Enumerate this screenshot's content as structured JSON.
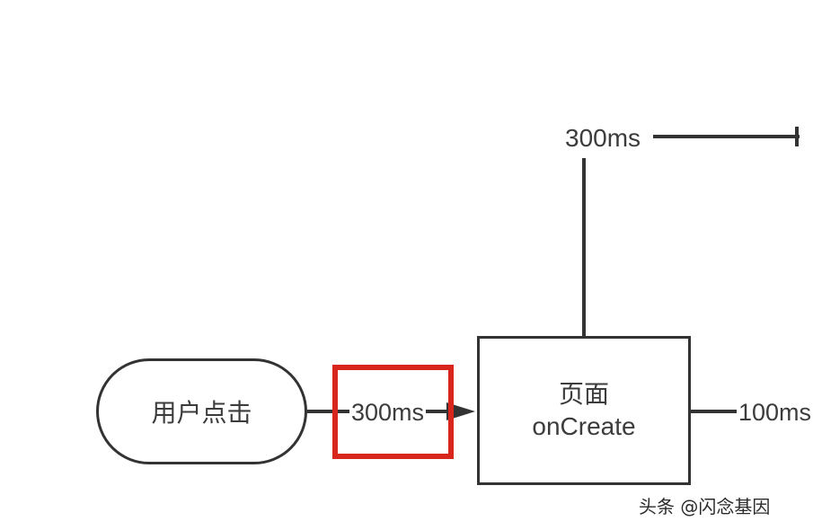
{
  "diagram": {
    "start_node": {
      "label": "用户点击"
    },
    "process_node": {
      "title": "页面",
      "subtitle": "onCreate"
    },
    "edges": {
      "start_to_process": {
        "label": "300ms"
      },
      "process_up": {
        "label": "300ms"
      },
      "process_right": {
        "label": "100ms"
      }
    },
    "highlight": {
      "color": "#d9261c"
    }
  },
  "watermark": {
    "text": "头条 @闪念基因"
  }
}
